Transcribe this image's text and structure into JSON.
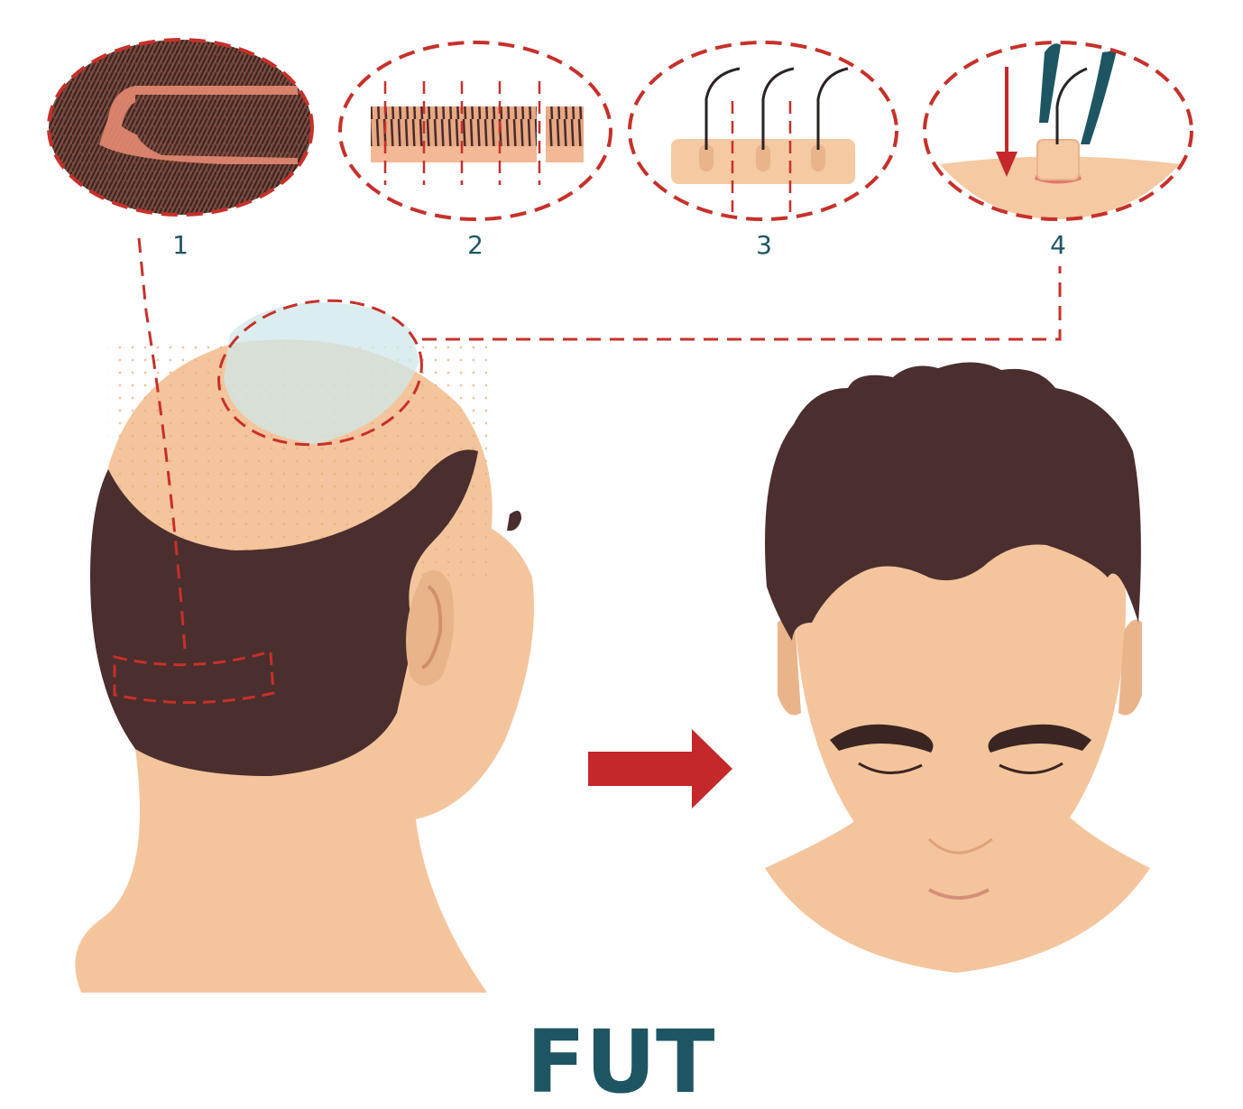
{
  "steps": [
    {
      "number": "1"
    },
    {
      "number": "2"
    },
    {
      "number": "3"
    },
    {
      "number": "4"
    }
  ],
  "title": "FUT",
  "colors": {
    "dashed_line": "#c7302a",
    "hair": "#4b2e2e",
    "skin": "#f4c59c",
    "skin_dark": "#e7ad82",
    "number_text": "#1d5662",
    "arrow": "#c4282a",
    "recipient_overlay": "#cfe7ea"
  }
}
